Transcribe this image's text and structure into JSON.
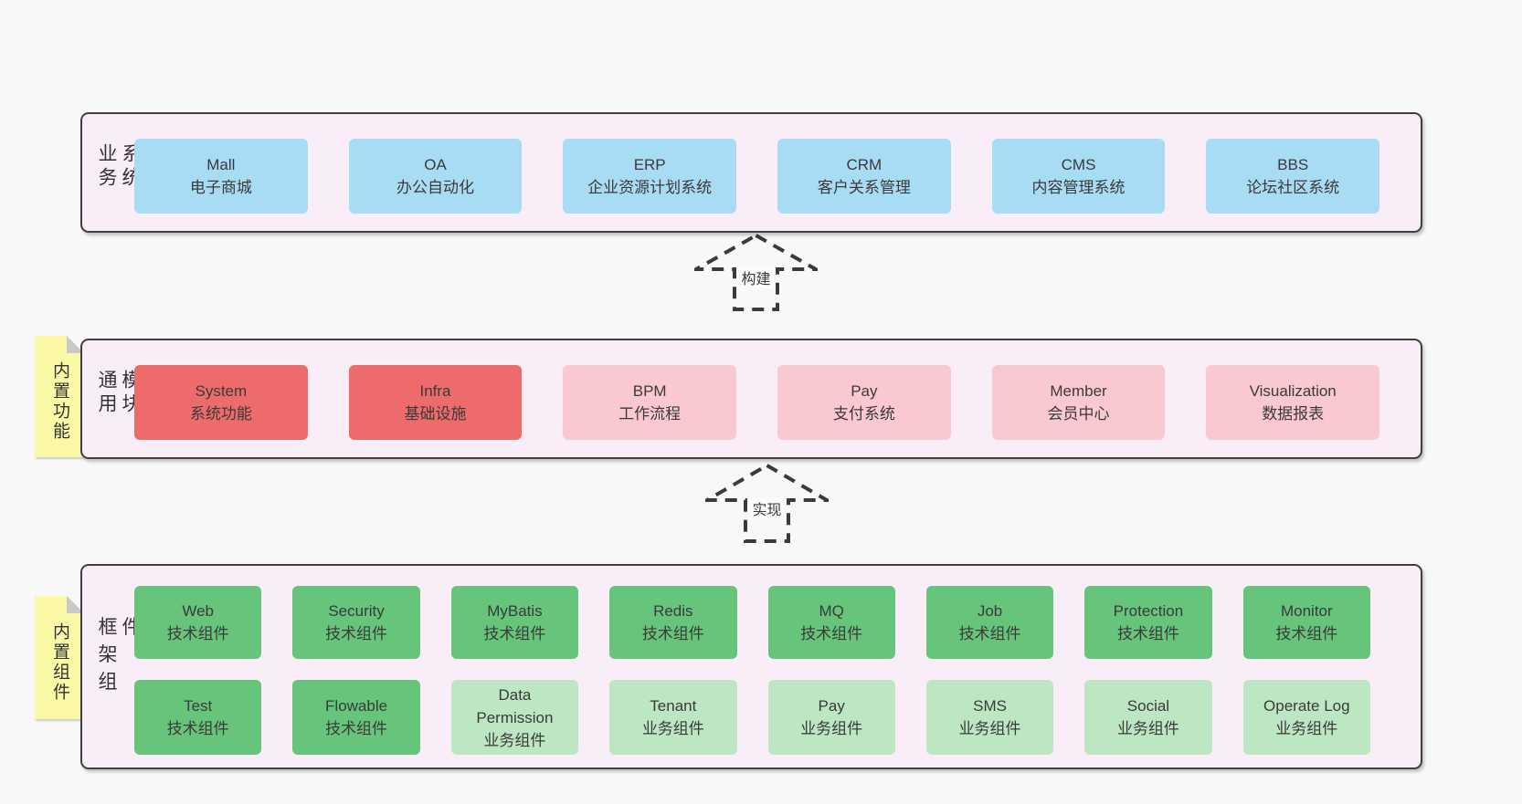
{
  "colors": {
    "page": "#f8f8f8",
    "panel": "#f9eef7",
    "border": "#3f3f3f",
    "text": "#3a3a3a",
    "blue": "#a8dbf4",
    "red": "#ee6b6b",
    "pink": "#f9c8d0",
    "green": "#66c57b",
    "lgreen": "#bce7c2",
    "yellow": "#fbf9a6",
    "fold": "#c9c9c9"
  },
  "arrows": [
    {
      "label": "构建"
    },
    {
      "label": "实现"
    }
  ],
  "sections": {
    "business": {
      "label": "业务系统",
      "boxes": [
        {
          "name": "Mall",
          "sub": "电子商城"
        },
        {
          "name": "OA",
          "sub": "办公自动化"
        },
        {
          "name": "ERP",
          "sub": "企业资源计划系统"
        },
        {
          "name": "CRM",
          "sub": "客户关系管理"
        },
        {
          "name": "CMS",
          "sub": "内容管理系统"
        },
        {
          "name": "BBS",
          "sub": "论坛社区系统"
        }
      ]
    },
    "modules": {
      "label": "通用模块",
      "note": "内置功能",
      "boxes": [
        {
          "name": "System",
          "sub": "系统功能"
        },
        {
          "name": "Infra",
          "sub": "基础设施"
        },
        {
          "name": "BPM",
          "sub": "工作流程"
        },
        {
          "name": "Pay",
          "sub": "支付系统"
        },
        {
          "name": "Member",
          "sub": "会员中心"
        },
        {
          "name": "Visualization",
          "sub": "数据报表"
        }
      ]
    },
    "components": {
      "label": "框架组件",
      "note": "内置组件",
      "row1": [
        {
          "name": "Web",
          "sub": "技术组件"
        },
        {
          "name": "Security",
          "sub": "技术组件"
        },
        {
          "name": "MyBatis",
          "sub": "技术组件"
        },
        {
          "name": "Redis",
          "sub": "技术组件"
        },
        {
          "name": "MQ",
          "sub": "技术组件"
        },
        {
          "name": "Job",
          "sub": "技术组件"
        },
        {
          "name": "Protection",
          "sub": "技术组件"
        },
        {
          "name": "Monitor",
          "sub": "技术组件"
        }
      ],
      "row2": [
        {
          "name": "Test",
          "sub": "技术组件"
        },
        {
          "name": "Flowable",
          "sub": "技术组件"
        },
        {
          "name": "Data Permission",
          "sub": "业务组件"
        },
        {
          "name": "Tenant",
          "sub": "业务组件"
        },
        {
          "name": "Pay",
          "sub": "业务组件"
        },
        {
          "name": "SMS",
          "sub": "业务组件"
        },
        {
          "name": "Social",
          "sub": "业务组件"
        },
        {
          "name": "Operate Log",
          "sub": "业务组件"
        }
      ]
    }
  }
}
